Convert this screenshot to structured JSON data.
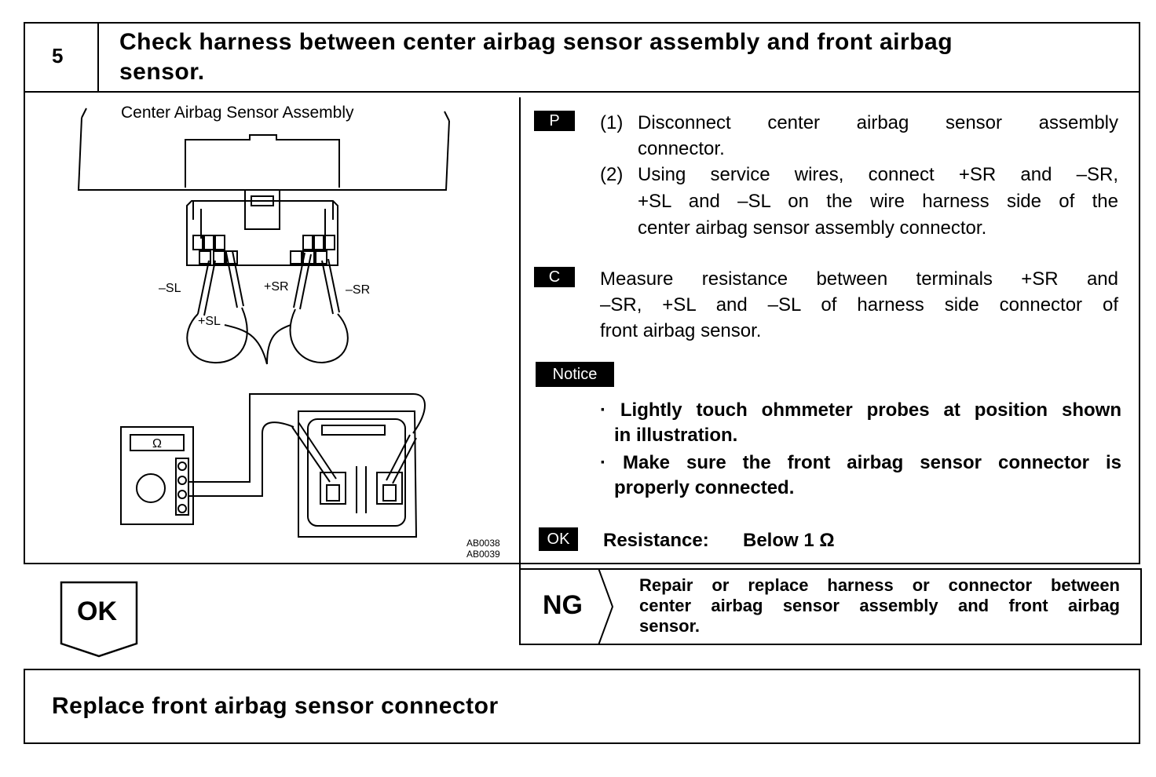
{
  "step": {
    "number": "5",
    "title_line1": "Check harness between center airbag sensor assembly and front airbag",
    "title_line2": "sensor."
  },
  "illustration": {
    "caption": "Center Airbag Sensor Assembly",
    "labels": {
      "minus_sl": "–SL",
      "plus_sr": "+SR",
      "minus_sr": "–SR",
      "plus_sl": "+SL",
      "ohm": "Ω"
    },
    "code1": "AB0038",
    "code2": "AB0039"
  },
  "instructions": {
    "prepare_tag": "P",
    "prepare_step1_num": "(1)",
    "prepare_step1_line1": "Disconnect center airbag sensor assembly",
    "prepare_step1_line2": "connector.",
    "prepare_step2_num": "(2)",
    "prepare_step2_line1": "Using service wires, connect +SR and –SR,",
    "prepare_step2_line2": "+SL and –SL on the wire harness side of the",
    "prepare_step2_line3": "center airbag sensor assembly connector.",
    "check_tag": "C",
    "check_line1": "Measure resistance between terminals +SR and",
    "check_line2": "–SR, +SL and –SL of harness side connector of",
    "check_line3": "front airbag sensor.",
    "notice_tag": "Notice",
    "notice1_line1": "· Lightly touch ohmmeter probes at position shown",
    "notice1_line2": "in illustration.",
    "notice2_line1": "· Make sure the front airbag sensor connector is",
    "notice2_line2": "properly connected.",
    "ok_tag": "OK",
    "resistance_label": "Resistance:",
    "resistance_value": "Below 1 Ω"
  },
  "result_ok": {
    "label": "OK"
  },
  "result_ng": {
    "label": "NG",
    "line1": "Repair or replace harness or connector between",
    "line2": "center airbag sensor assembly and front airbag",
    "line3": "sensor."
  },
  "final_action": {
    "text": "Replace front airbag sensor connector"
  }
}
